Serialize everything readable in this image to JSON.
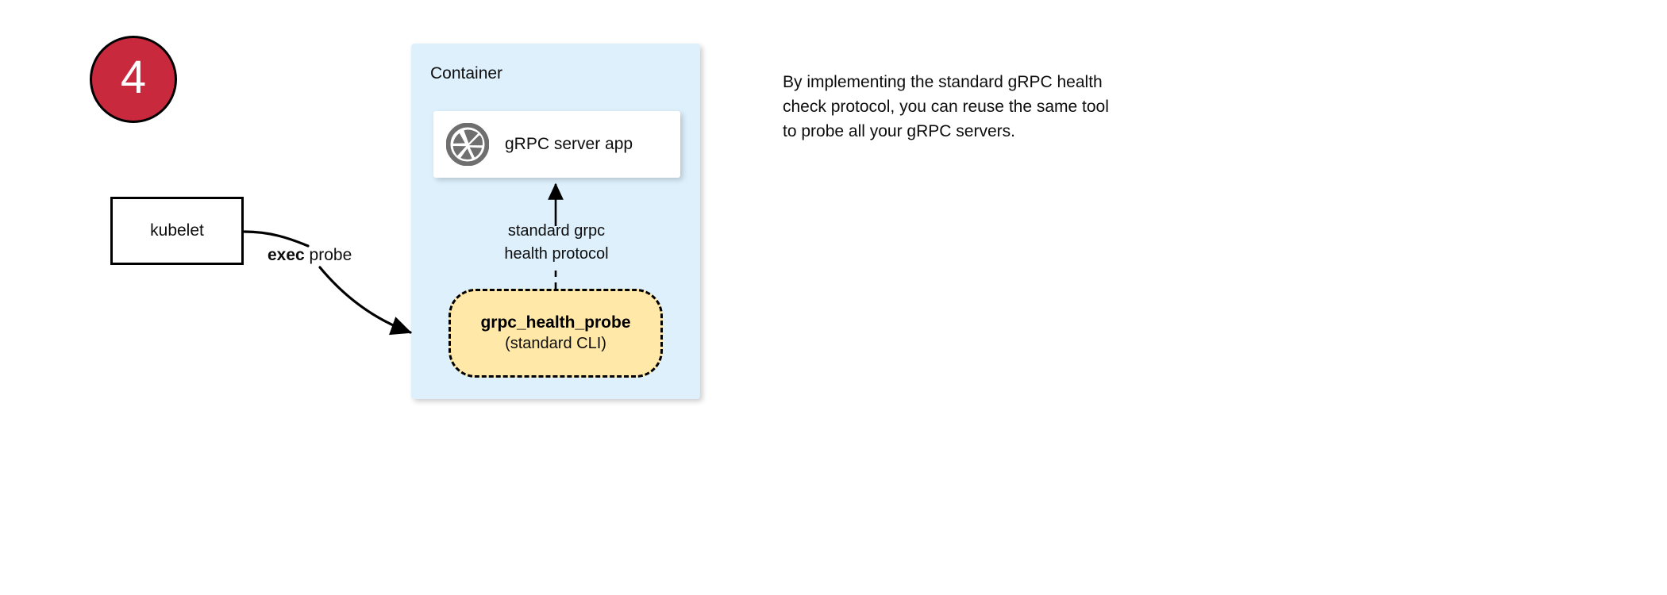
{
  "step": {
    "number": "4",
    "circle_color": "#c9293c",
    "text_color": "#ffffff",
    "border_color": "#000000"
  },
  "container": {
    "label": "Container",
    "fill_color": "#ddf0fc"
  },
  "server_card": {
    "label": "gRPC server app",
    "icon": "aperture-icon",
    "icon_color": "#6f6f6f",
    "fill_color": "#ffffff"
  },
  "protocol_edge": {
    "line1": "standard grpc",
    "line2": "health protocol",
    "arrow_direction": "up",
    "style": "solid-then-dashed"
  },
  "probe": {
    "title": "grpc_health_probe",
    "subtitle": "(standard CLI)",
    "fill_color": "#ffe8a8",
    "border_style": "dashed",
    "border_color": "#000000"
  },
  "kubelet": {
    "label": "kubelet",
    "fill_color": "#ffffff",
    "border_color": "#000000"
  },
  "exec_edge": {
    "keyword": "exec",
    "rest": " probe",
    "arrow_direction": "right"
  },
  "note": {
    "text": "By implementing the standard gRPC health check protocol, you can reuse the same tool to probe all your gRPC servers."
  }
}
